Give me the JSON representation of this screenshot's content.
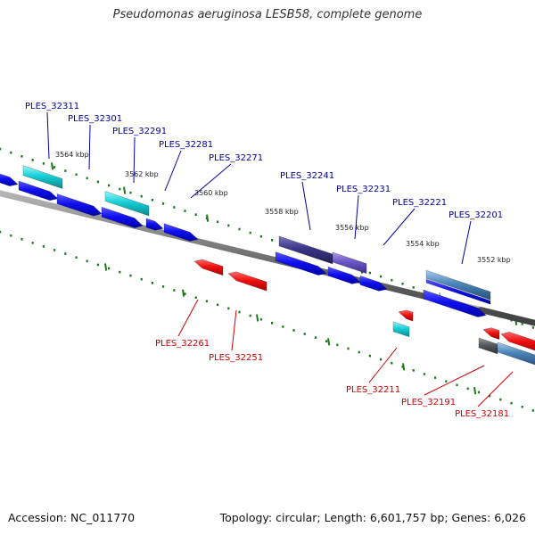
{
  "title": "Pseudomonas aeruginosa LESB58, complete genome",
  "footer": {
    "accession": "Accession: NC_011770",
    "summary": "Topology: circular; Length: 6,601,757 bp; Genes: 6,026"
  },
  "colors": {
    "forward_label": "#00009b",
    "reverse_label": "#c80000",
    "backbone": "#7a7a7a",
    "tick": "#1a7a1a",
    "forward_gene": "#0a0ae6",
    "reverse_gene": "#e60a0a",
    "cyan_gene": "#16cfd6",
    "dark_gene": "#3a3585",
    "violet_gene": "#6b56c8",
    "steel_gene": "#4a84b8",
    "gray_gene": "#55585c"
  },
  "ticks": [
    "3564 kbp",
    "3562 kbp",
    "3560 kbp",
    "3558 kbp",
    "3556 kbp",
    "3554 kbp",
    "3552 kbp"
  ],
  "forward_labels": [
    "PLES_32311",
    "PLES_32301",
    "PLES_32291",
    "PLES_32281",
    "PLES_32271",
    "PLES_32241",
    "PLES_32231",
    "PLES_32221",
    "PLES_32201"
  ],
  "reverse_labels": [
    "PLES_32261",
    "PLES_32251",
    "PLES_32211",
    "PLES_32191",
    "PLES_32181"
  ]
}
